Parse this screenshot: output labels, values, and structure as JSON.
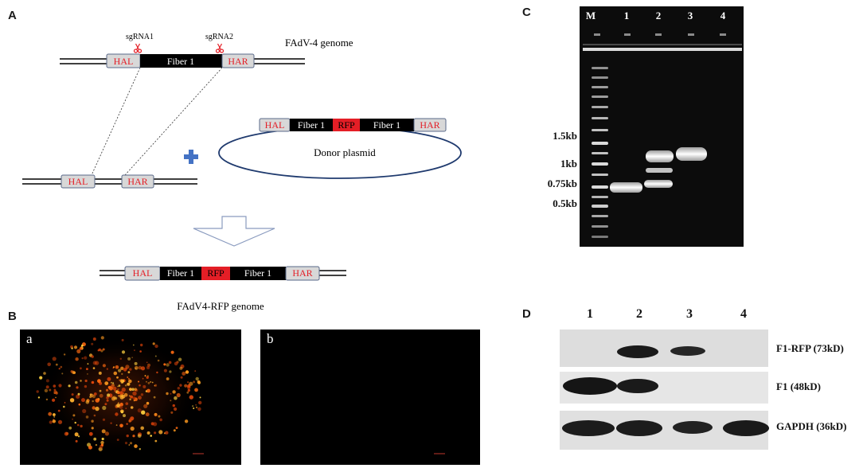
{
  "panel_a": {
    "letter": "A",
    "genome_title": "FAdV-4 genome",
    "sgrna1": "sgRNA1",
    "sgrna2": "sgRNA2",
    "hal": "HAL",
    "fiber1": "Fiber 1",
    "har": "HAR",
    "har_alt": "HAR",
    "rfp": "RFP",
    "donor_plasmid": "Donor plasmid",
    "result_title": "FAdV4-RFP genome",
    "colors": {
      "black_segment": "#000000",
      "rfp_segment": "#e41e26",
      "arm_box": "#d8d8d8",
      "label_red": "#e41e26",
      "plus": "#4472c4",
      "plasmid": "#1f3a6e"
    }
  },
  "panel_b": {
    "letter": "B",
    "sub_a": "a",
    "sub_b": "b"
  },
  "panel_c": {
    "letter": "C",
    "lanes": [
      "M",
      "1",
      "2",
      "3",
      "4"
    ],
    "ladder_labels": [
      "1.5kb",
      "1kb",
      "0.75kb",
      "0.5kb"
    ]
  },
  "panel_d": {
    "letter": "D",
    "lanes": [
      "1",
      "2",
      "3",
      "4"
    ],
    "rows": [
      "F1-RFP (73kD)",
      "F1 (48kD)",
      "GAPDH (36kD)"
    ]
  }
}
